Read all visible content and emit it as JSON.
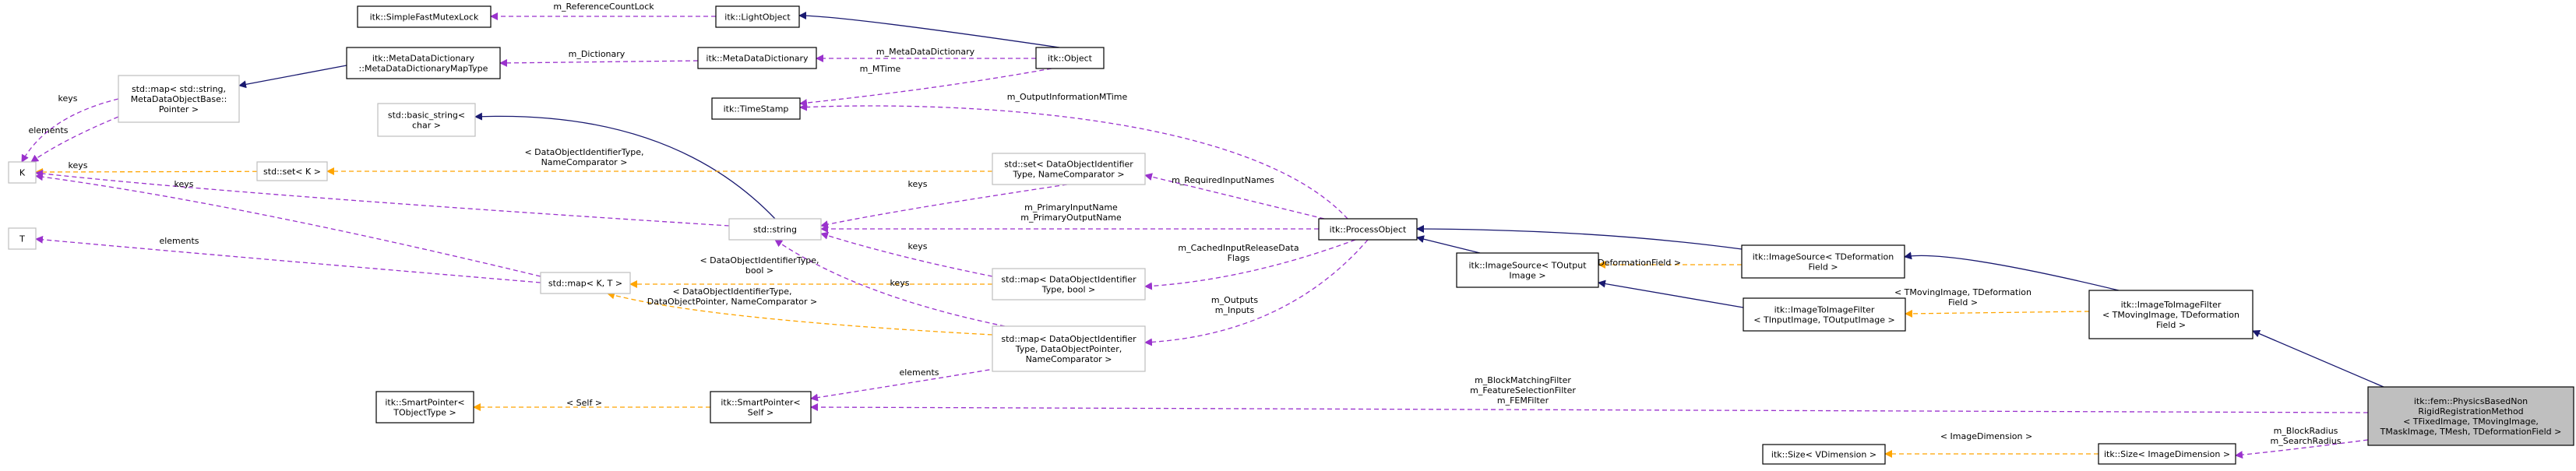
{
  "colors": {
    "inherit": "#191970",
    "usage": "#9a32cd",
    "template": "#ffa500",
    "focus_fill": "#bfbfbf"
  },
  "nodes": {
    "simple_fast_mutex_lock": [
      "itk::SimpleFastMutexLock"
    ],
    "light_object": [
      "itk::LightObject"
    ],
    "meta_data_dictionary_map_type": [
      "itk::MetaDataDictionary",
      "::MetaDataDictionaryMapType"
    ],
    "meta_data_dictionary": [
      "itk::MetaDataDictionary"
    ],
    "object": [
      "itk::Object"
    ],
    "time_stamp": [
      "itk::TimeStamp"
    ],
    "std_map_string": [
      "std::map< std::string,",
      "MetaDataObjectBase::",
      "Pointer >"
    ],
    "basic_string": [
      "std::basic_string<",
      "char >"
    ],
    "k": [
      "K"
    ],
    "std_set_k": [
      "std::set< K >"
    ],
    "std_set_doi": [
      "std::set< DataObjectIdentifier",
      "Type, NameComparator >"
    ],
    "std_string": [
      "std::string"
    ],
    "process_object": [
      "itk::ProcessObject"
    ],
    "t": [
      "T"
    ],
    "std_map_kt": [
      "std::map< K, T >"
    ],
    "std_map_doi_bool": [
      "std::map< DataObjectIdentifier",
      "Type, bool >"
    ],
    "std_map_doi_pointer": [
      "std::map< DataObjectIdentifier",
      "Type, DataObjectPointer,",
      "NameComparator >"
    ],
    "image_source_toutput": [
      "itk::ImageSource< TOutput",
      "Image >"
    ],
    "image_source_tdeformation": [
      "itk::ImageSource< TDeformation",
      "Field >"
    ],
    "image_to_image_filter_tinput": [
      "itk::ImageToImageFilter",
      "< TInputImage, TOutputImage >"
    ],
    "image_to_image_filter_tmoving": [
      "itk::ImageToImageFilter",
      "< TMovingImage, TDeformation",
      "Field >"
    ],
    "smart_pointer_tobject": [
      "itk::SmartPointer<",
      "TObjectType >"
    ],
    "smart_pointer_self": [
      "itk::SmartPointer<",
      "Self >"
    ],
    "physics_based_method": [
      "itk::fem::PhysicsBasedNon",
      "RigidRegistrationMethod",
      "< TFixedImage, TMovingImage,",
      "TMaskImage, TMesh, TDeformationField >"
    ],
    "size_vdimension": [
      "itk::Size< VDimension >"
    ],
    "size_image_dimension": [
      "itk::Size< ImageDimension >"
    ]
  },
  "edge_labels": {
    "m_reference_count_lock": [
      "m_ReferenceCountLock"
    ],
    "m_dictionary": [
      "m_Dictionary"
    ],
    "m_meta_data_dictionary": [
      "m_MetaDataDictionary"
    ],
    "m_mtime": [
      "m_MTime"
    ],
    "m_output_information_mtime": [
      "m_OutputInformationMTime"
    ],
    "keys_map_string": [
      "keys"
    ],
    "elements_map_string": [
      "elements"
    ],
    "doi_name_comparator": [
      "< DataObjectIdentifierType,",
      "NameComparator >"
    ],
    "keys_set_doi": [
      "keys"
    ],
    "m_required_input_names": [
      "m_RequiredInputNames"
    ],
    "keys_k_map": [
      "keys"
    ],
    "keys_k_string": [
      "keys"
    ],
    "m_primary_names": [
      "m_PrimaryInputName",
      "m_PrimaryOutputName"
    ],
    "elements_t": [
      "elements"
    ],
    "keys_map_bool": [
      "keys"
    ],
    "doi_bool": [
      "< DataObjectIdentifierType,",
      "bool >"
    ],
    "doi_pointer_comparator": [
      "< DataObjectIdentifierType,",
      "DataObjectPointer, NameComparator >"
    ],
    "keys_bool_string": [
      "keys"
    ],
    "m_cached_flags": [
      "m_CachedInputReleaseData",
      "Flags"
    ],
    "m_outputs_inputs": [
      "m_Outputs",
      "m_Inputs"
    ],
    "tdeformation_field": [
      "< TDeformationField >"
    ],
    "tmoving_tdeformation": [
      "< TMovingImage, TDeformation",
      "Field >"
    ],
    "elements_smart": [
      "elements"
    ],
    "self": [
      "< Self >"
    ],
    "filters": [
      "m_BlockMatchingFilter",
      "m_FeatureSelectionFilter",
      "m_FEMFilter"
    ],
    "image_dimension": [
      "< ImageDimension >"
    ],
    "block_search": [
      "m_BlockRadius",
      "m_SearchRadius"
    ]
  }
}
